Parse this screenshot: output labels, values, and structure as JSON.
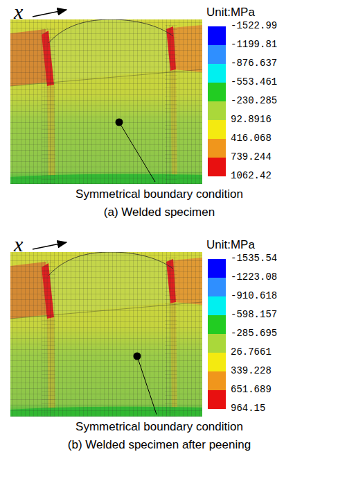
{
  "diagram": {
    "labels": [
      "x",
      "Unit:MPa",
      "-1522.99",
      "-1199.81",
      "-876.637",
      "-553.461",
      "-230.285",
      "92.8916",
      "416.068",
      "739.244",
      "1062.42",
      "Symmetrical boundary condition",
      "(a) Welded specimen",
      "x",
      "Unit:MPa",
      "-1535.54",
      "-1223.08",
      "-910.618",
      "-598.157",
      "-285.695",
      "26.7661",
      "339.228",
      "651.689",
      "964.15",
      "Symmetrical boundary condition",
      "(b) Welded specimen after peening"
    ]
  }
}
